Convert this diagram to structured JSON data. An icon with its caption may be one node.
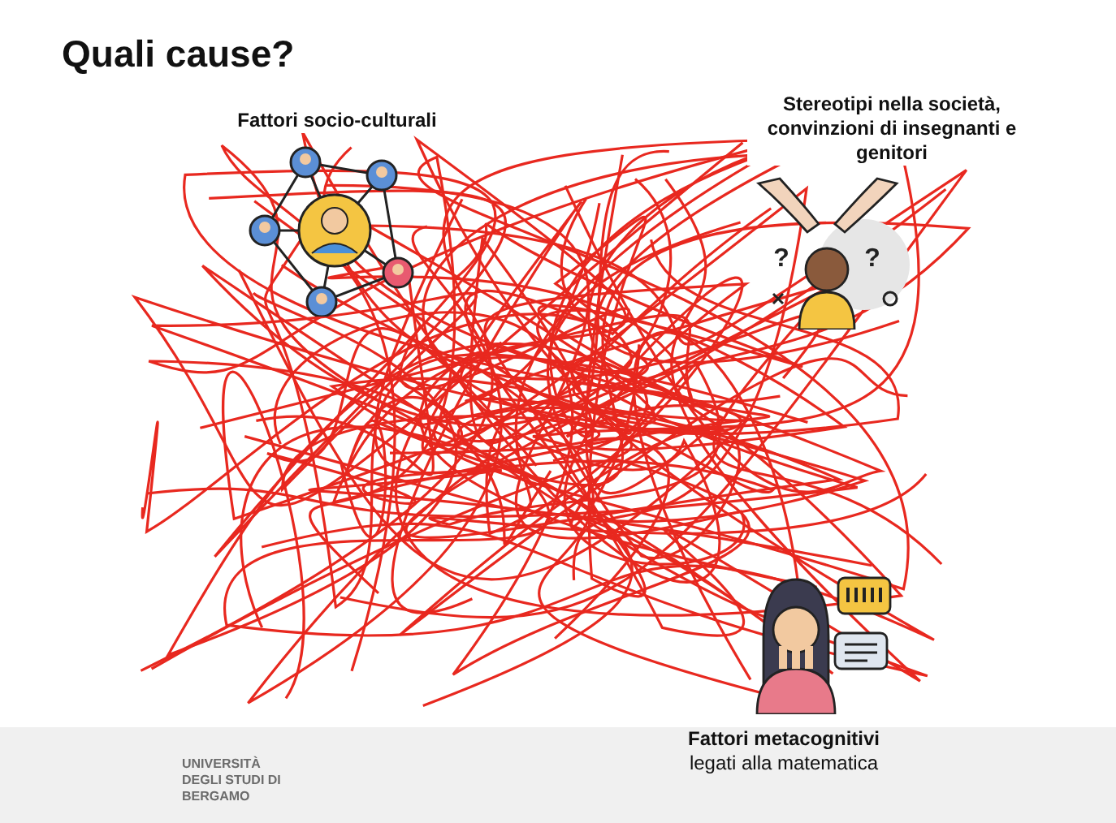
{
  "diagram": {
    "title": "Quali cause?",
    "labels": [
      "Fattori socio-culturali",
      "Stereotipi nella società, convinzioni di insegnanti e genitori",
      "Fattori metacognitivi",
      "legati alla matematica",
      "UNIVERSITÀ DEGLI STUDI DI BERGAMO",
      "?",
      "?"
    ]
  }
}
